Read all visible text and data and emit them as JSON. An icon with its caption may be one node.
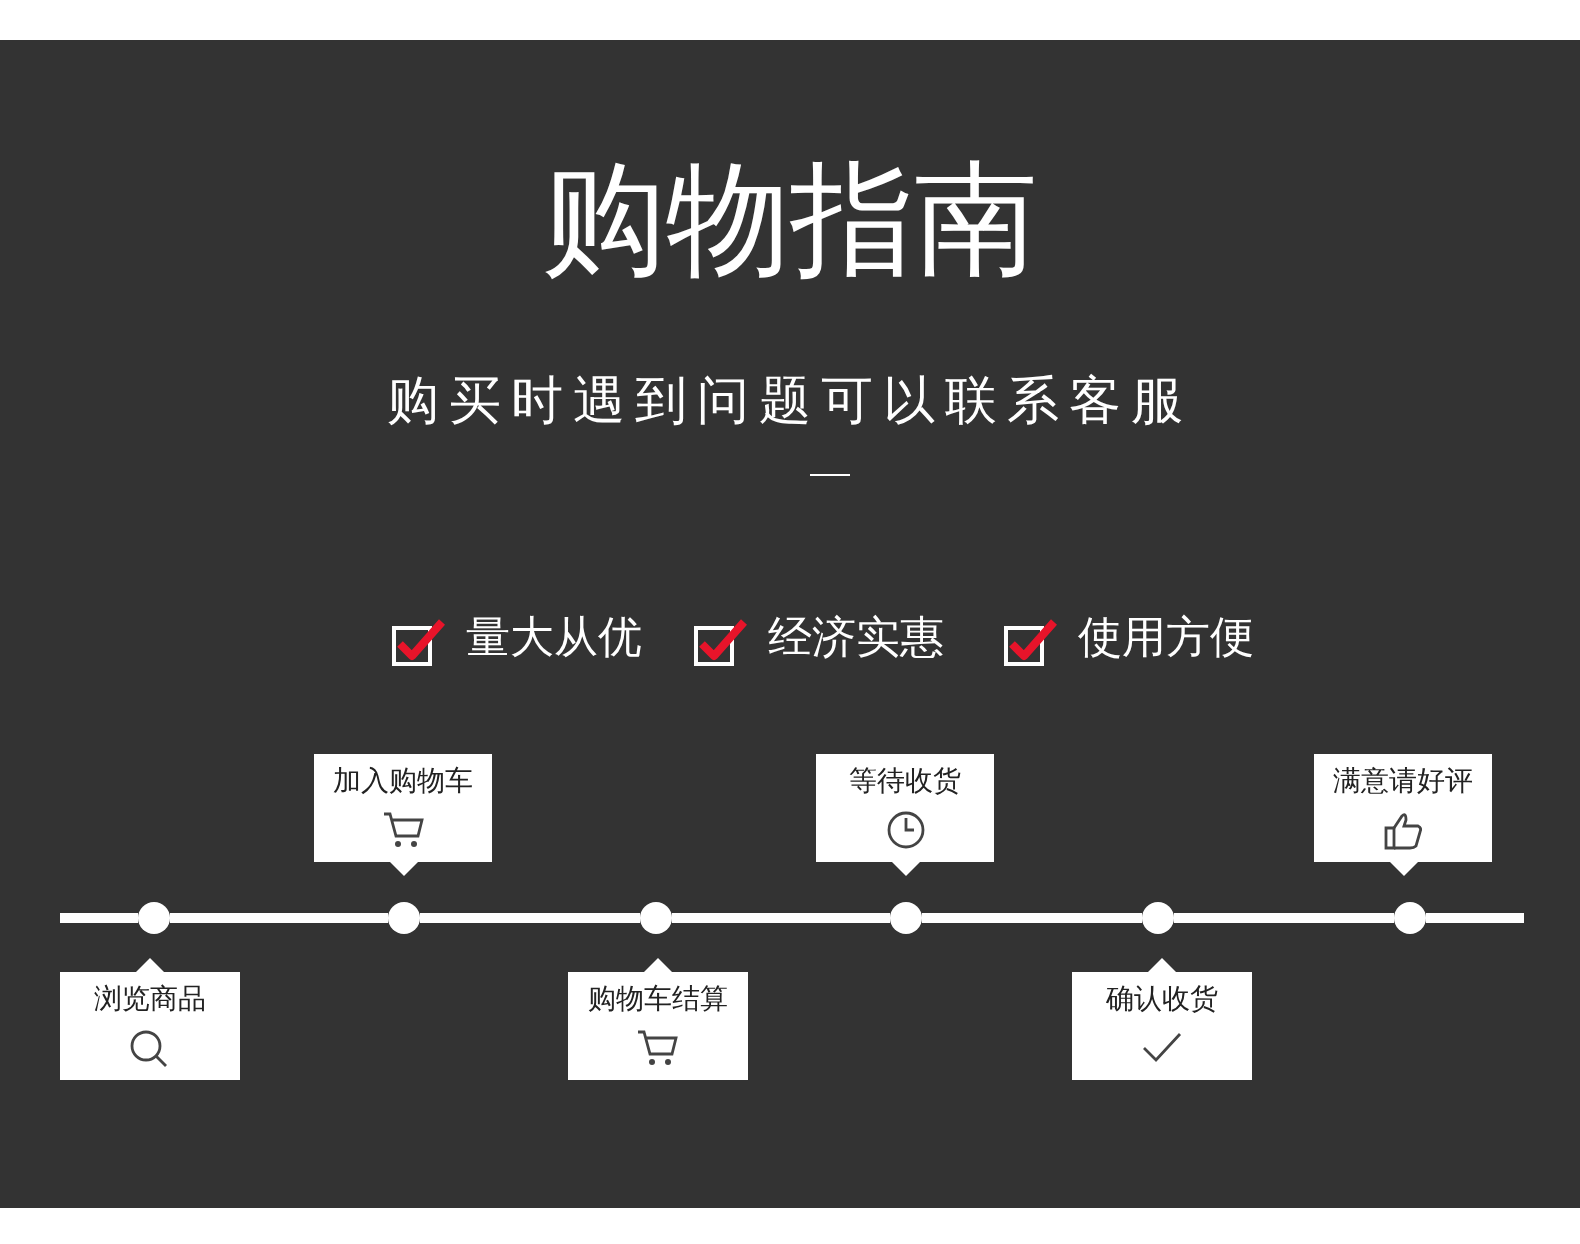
{
  "diagram": {
    "title": "购物指南",
    "labels": [
      "购买时遇到问题可以联系客服",
      "量大从优",
      "经济实惠",
      "使用方便"
    ],
    "nodes": [
      {
        "text": [
          "浏览商品"
        ]
      },
      {
        "text": [
          "加入购物车"
        ]
      },
      {
        "text": [
          "购物车结算"
        ]
      },
      {
        "text": [
          "等待收货"
        ]
      },
      {
        "text": [
          "确认收货"
        ]
      },
      {
        "text": [
          "满意请好评"
        ]
      },
      {
        "text": [],
        "shape": "circle"
      },
      {
        "text": [],
        "shape": "circle"
      },
      {
        "text": [],
        "shape": "circle"
      },
      {
        "text": [],
        "shape": "circle"
      },
      {
        "text": [],
        "shape": "circle"
      },
      {
        "text": [],
        "shape": "circle"
      }
    ],
    "edges": [
      {
        "from": 6,
        "to": 7,
        "arrow": "none"
      },
      {
        "from": 7,
        "to": 8,
        "arrow": "none"
      },
      {
        "from": 8,
        "to": 9,
        "arrow": "none"
      },
      {
        "from": 9,
        "to": 10,
        "arrow": "none"
      },
      {
        "from": 10,
        "to": 11,
        "arrow": "none"
      }
    ]
  }
}
